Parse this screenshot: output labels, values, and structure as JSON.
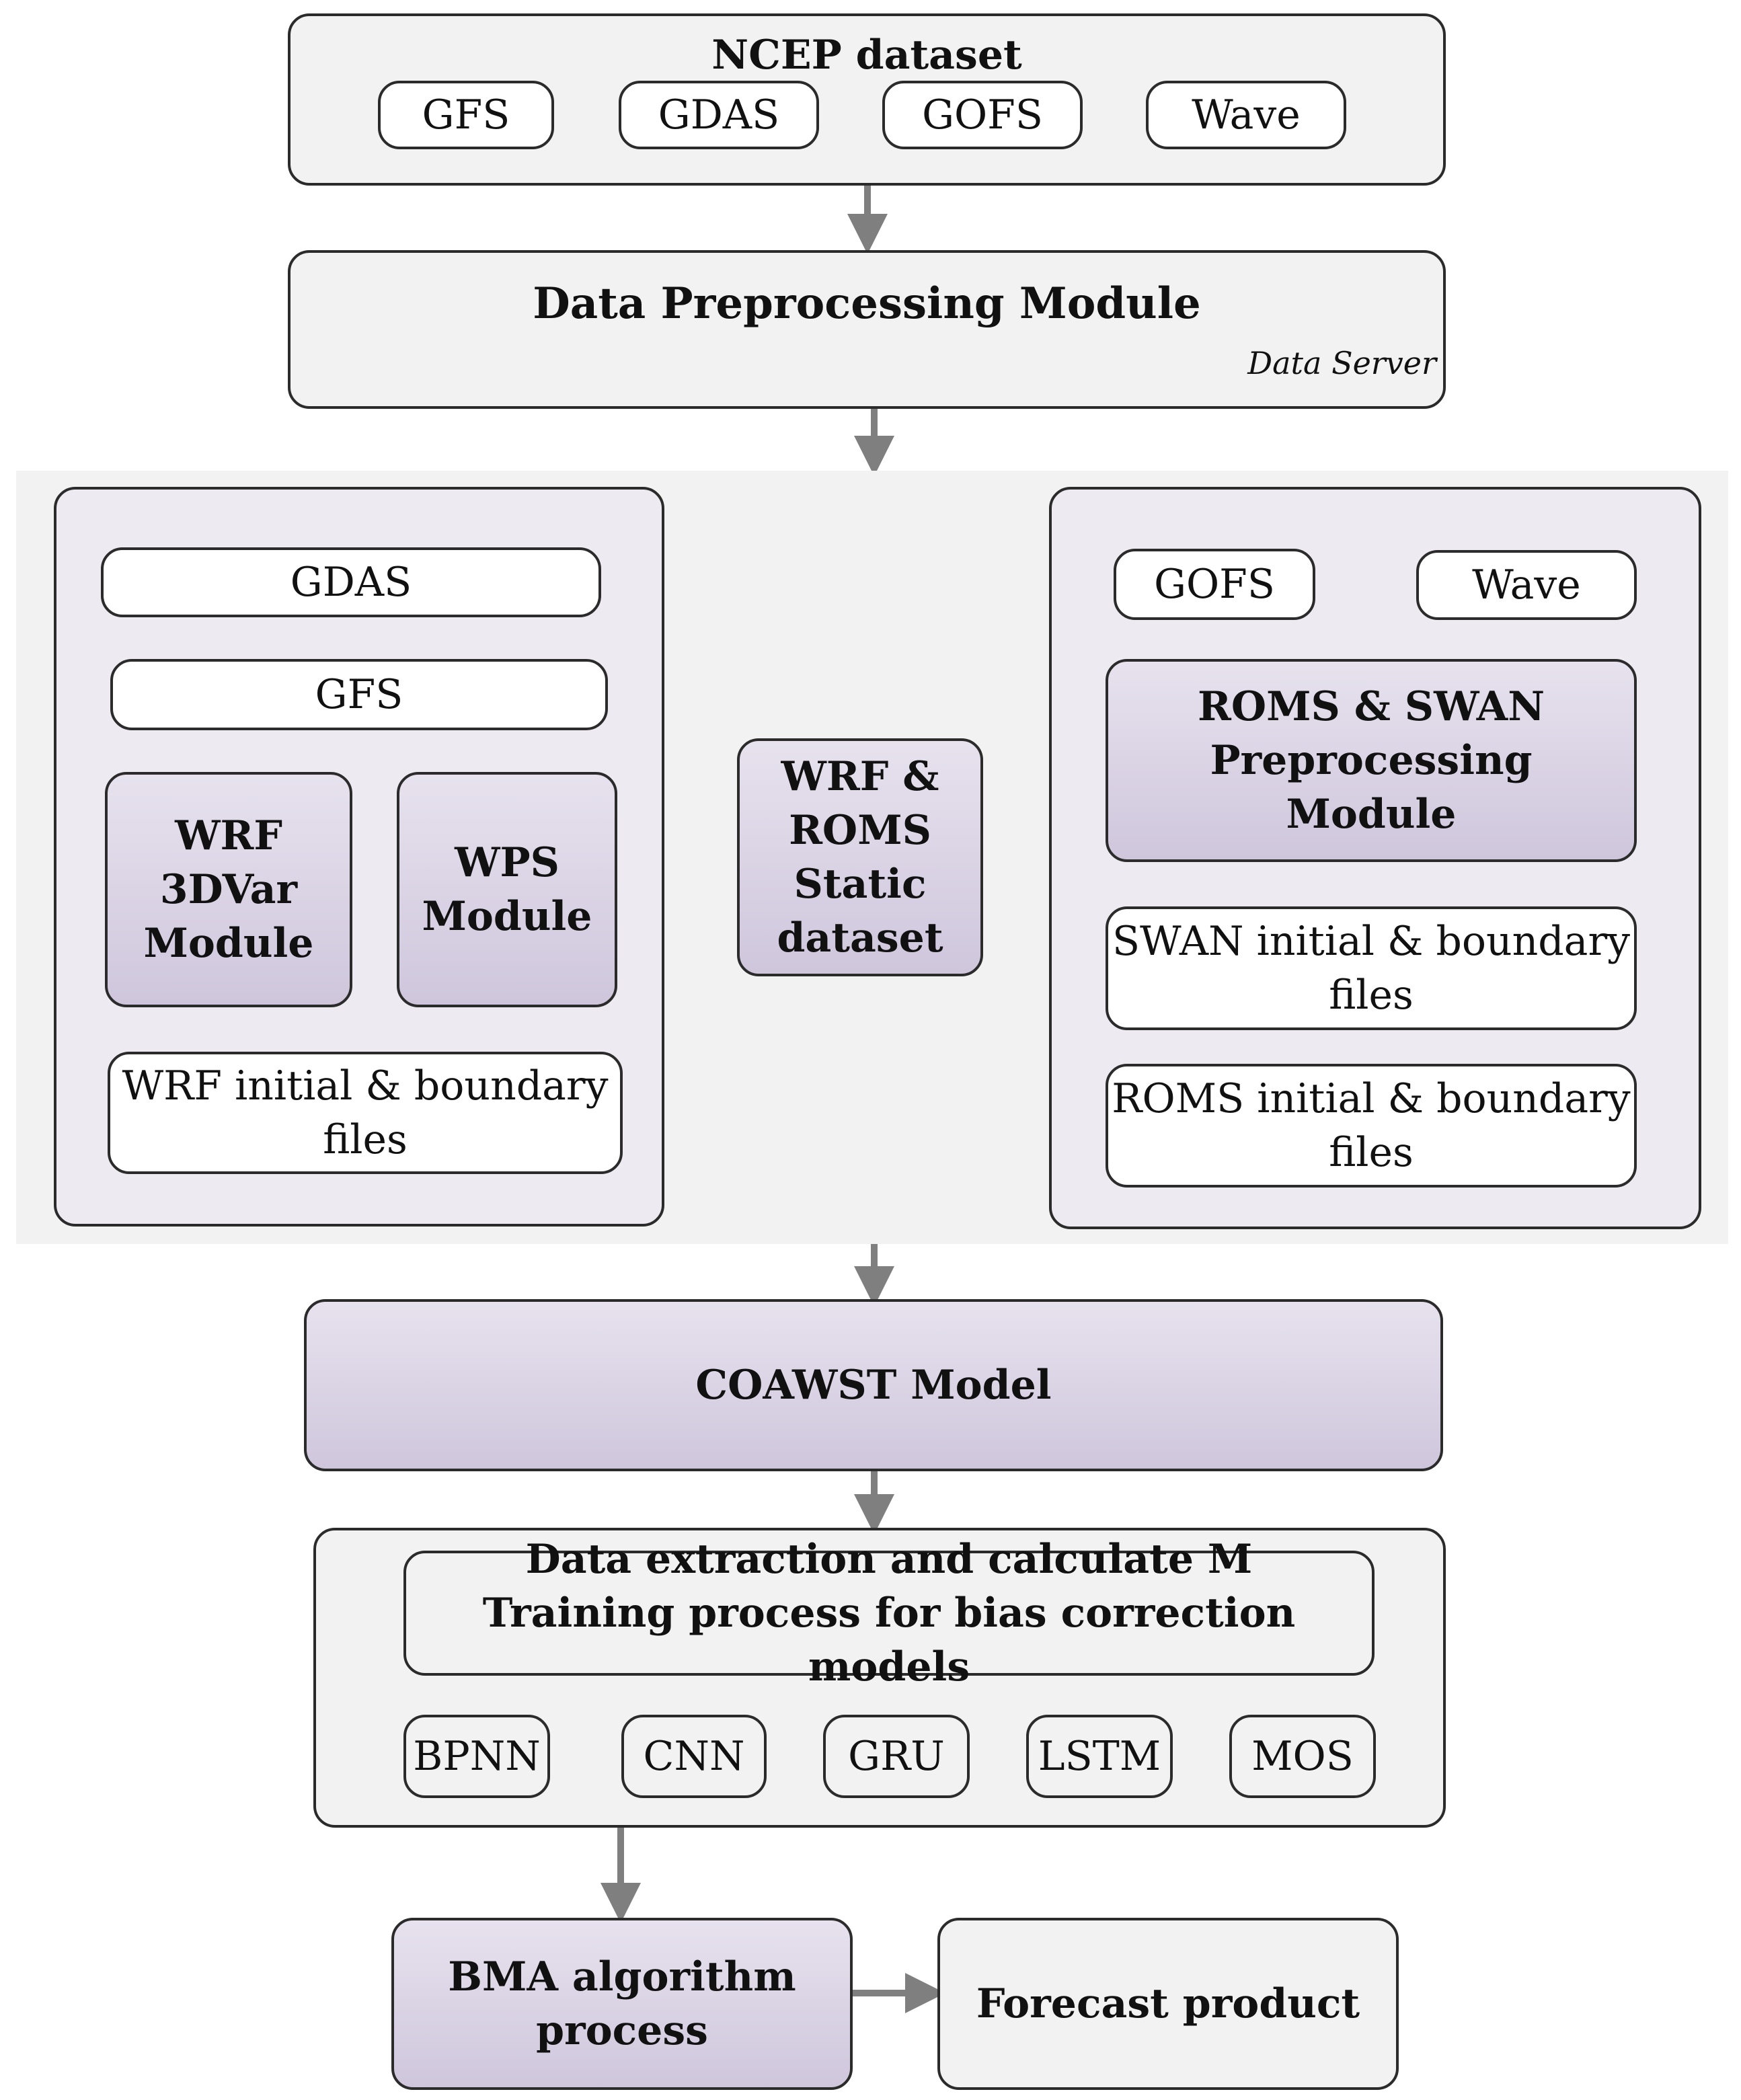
{
  "ncep": {
    "title": "NCEP dataset",
    "items": [
      "GFS",
      "GDAS",
      "GOFS",
      "Wave"
    ]
  },
  "preprocessing": {
    "title": "Data Preprocessing Module",
    "server": "Data Server"
  },
  "left_panel": {
    "gdas": "GDAS",
    "gfs": "GFS",
    "wrf3dvar": [
      "WRF",
      "3DVar",
      "Module"
    ],
    "wps": [
      "WPS",
      "Module"
    ],
    "wrf_files": [
      "WRF initial & boundary",
      "files"
    ]
  },
  "static": [
    "WRF &",
    "ROMS",
    "Static",
    "dataset"
  ],
  "right_panel": {
    "gofs": "GOFS",
    "wave": "Wave",
    "roms_swan": [
      "ROMS & SWAN",
      "Preprocessing",
      "Module"
    ],
    "swan_files": [
      "SWAN initial & boundary",
      "files"
    ],
    "roms_files": [
      "ROMS initial & boundary",
      "files"
    ]
  },
  "coawst": "COAWST Model",
  "bias": {
    "lines": [
      "Data extraction and calculate M",
      "Training process for bias correction models"
    ],
    "models": [
      "BPNN",
      "CNN",
      "GRU",
      "LSTM",
      "MOS"
    ]
  },
  "bma": [
    "BMA algorithm",
    "process"
  ],
  "forecast": "Forecast product",
  "colors": {
    "border": "#2b2b2b",
    "arrow": "#7f7f7f",
    "gray_fill": "#f2f2f2",
    "lavender_fill": "#edeaf1",
    "purple_fill": "#cfc6dc"
  }
}
